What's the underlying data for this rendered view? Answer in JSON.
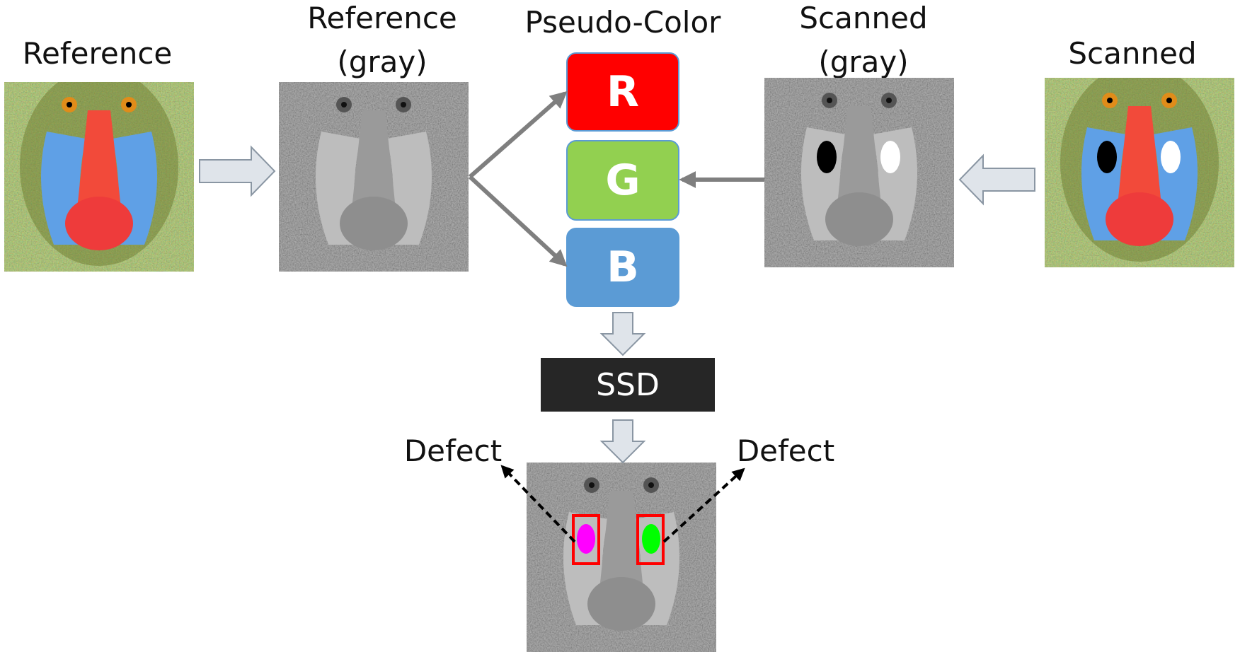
{
  "labels": {
    "reference": "Reference",
    "reference_gray_line1": "Reference",
    "reference_gray_line2": "(gray)",
    "pseudo_color": "Pseudo-Color",
    "scanned_gray_line1": "Scanned",
    "scanned_gray_line2": "(gray)",
    "scanned": "Scanned",
    "defect_left": "Defect",
    "defect_right": "Defect"
  },
  "channels": {
    "r": {
      "label": "R",
      "color": "#ff0000"
    },
    "g": {
      "label": "G",
      "color": "#92d050"
    },
    "b": {
      "label": "B",
      "color": "#5b9bd5"
    }
  },
  "ssd_label": "SSD",
  "colors": {
    "flow_arrow": "#7f7f7f",
    "block_arrow_fill": "#dfe4ea",
    "block_arrow_stroke": "#8a96a3",
    "defect_box": "#ff0000",
    "defect_dark": "#000000",
    "defect_bright": "#ffffff",
    "defect_magenta": "#ff00ff",
    "defect_green": "#00ff00"
  }
}
